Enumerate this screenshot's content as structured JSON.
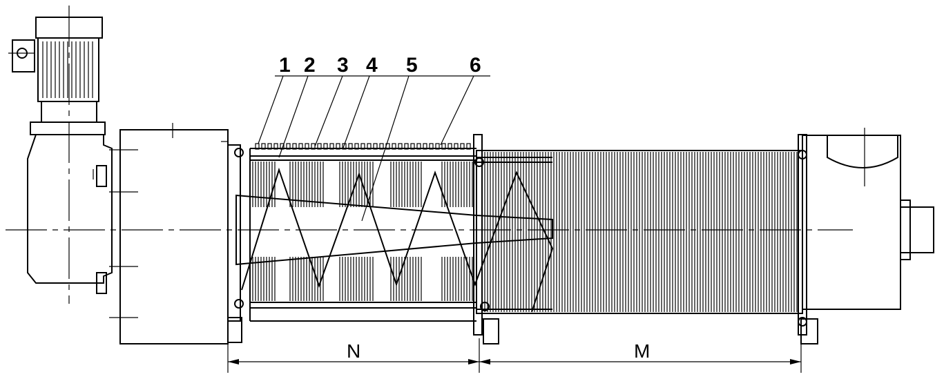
{
  "callouts": [
    {
      "id": "1",
      "text": "1"
    },
    {
      "id": "2",
      "text": "2"
    },
    {
      "id": "3",
      "text": "3"
    },
    {
      "id": "4",
      "text": "4"
    },
    {
      "id": "5",
      "text": "5"
    },
    {
      "id": "6",
      "text": "6"
    }
  ],
  "dimensions": {
    "n_label": "N",
    "m_label": "M"
  }
}
